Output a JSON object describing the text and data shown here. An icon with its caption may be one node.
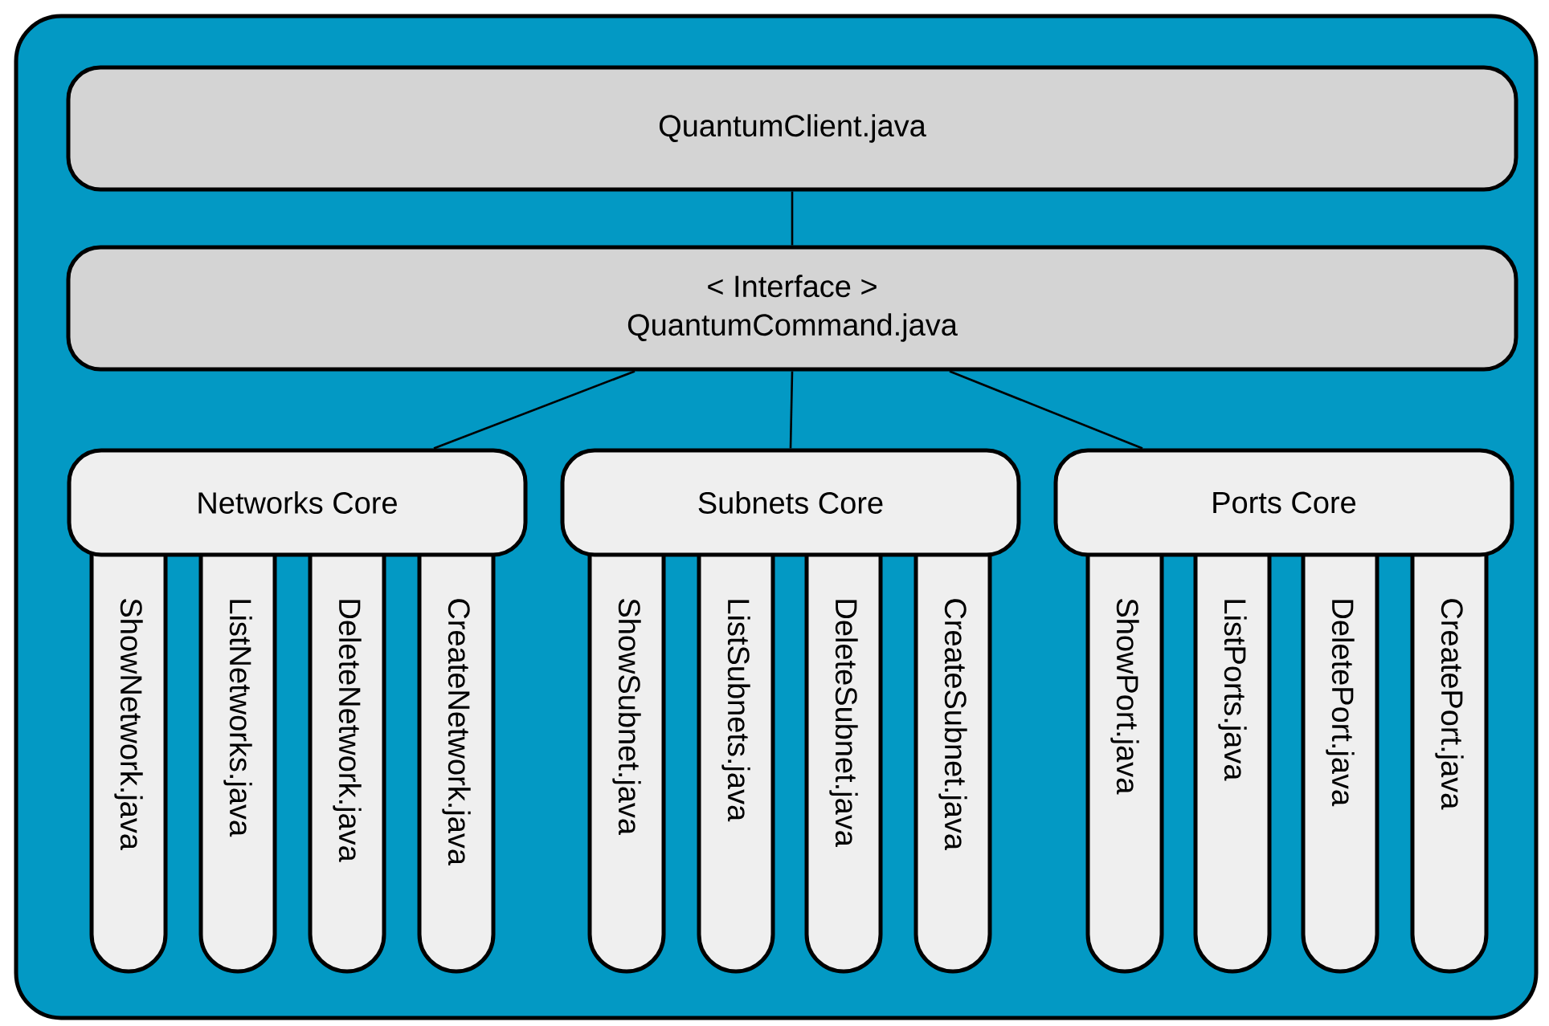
{
  "diagram": {
    "nodes": [
      {
        "text": [
          "QuantumClient.java"
        ]
      },
      {
        "text": [
          "< Interface >",
          "QuantumCommand.java"
        ]
      },
      {
        "text": [
          "Networks Core"
        ]
      },
      {
        "text": [
          "Subnets Core"
        ]
      },
      {
        "text": [
          "Ports Core"
        ]
      },
      {
        "text": [
          "ShowNetwork.java"
        ]
      },
      {
        "text": [
          "ListNetworks.java"
        ]
      },
      {
        "text": [
          "DeleteNetwork.java"
        ]
      },
      {
        "text": [
          "CreateNetwork.java"
        ]
      },
      {
        "text": [
          "ShowSubnet.java"
        ]
      },
      {
        "text": [
          "ListSubnets.java"
        ]
      },
      {
        "text": [
          "DeleteSubnet.java"
        ]
      },
      {
        "text": [
          "CreateSubnet.java"
        ]
      },
      {
        "text": [
          "ShowPort.java"
        ]
      },
      {
        "text": [
          "ListPorts.java"
        ]
      },
      {
        "text": [
          "DeletePort.java"
        ]
      },
      {
        "text": [
          "CreatePort.java"
        ]
      }
    ],
    "edges": [
      {
        "from": 0,
        "to": 1,
        "arrow": "none"
      },
      {
        "from": 1,
        "to": 2,
        "arrow": "none"
      },
      {
        "from": 1,
        "to": 3,
        "arrow": "none"
      },
      {
        "from": 1,
        "to": 4,
        "arrow": "none"
      }
    ]
  }
}
